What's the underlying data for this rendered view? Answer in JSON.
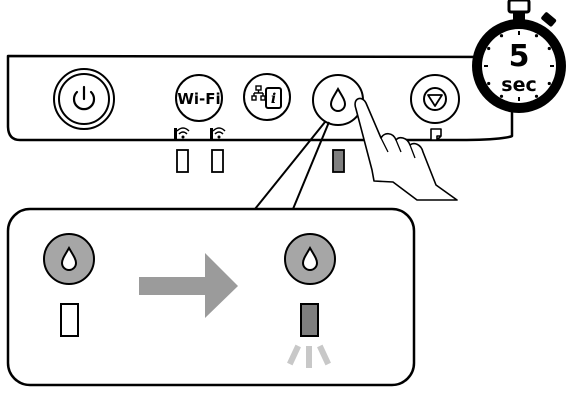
{
  "panel": {
    "wifi_button_label": "Wi-Fi",
    "icons": {
      "power": "power-icon",
      "wifi": "wifi-icon",
      "network_status": "network-status-icon",
      "ink": "ink-drop-icon",
      "stop": "stop-icon",
      "paper": "paper-icon",
      "hand": "hand-pointer-icon"
    },
    "colors": {
      "outline": "#000000",
      "button_fill": "#ffffff",
      "active_button_fill": "#a6a6a6",
      "lit_indicator": "#7f7f7f",
      "arrow": "#9b9b9b"
    }
  },
  "timer": {
    "value": "5",
    "unit": "sec",
    "icon": "stopwatch-icon"
  },
  "callout": {
    "before_state": "off",
    "after_state": "on",
    "arrow_icon": "right-arrow-icon"
  }
}
